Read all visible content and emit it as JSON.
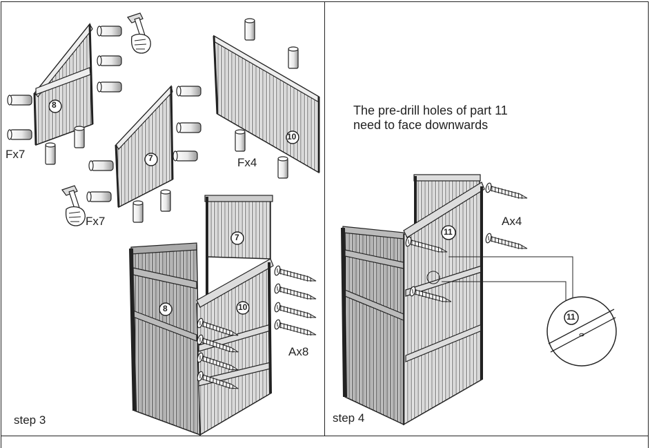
{
  "step3": {
    "step_label": "step 3",
    "qty_f_top": "Fx7",
    "qty_f_bottom": "Fx7",
    "qty_f_right": "Fx4",
    "qty_a": "Ax8",
    "parts": {
      "p8_top": "8",
      "p7_top": "7",
      "p10_top": "10",
      "p7_asm": "7",
      "p8_asm": "8",
      "p10_asm": "10"
    }
  },
  "step4": {
    "step_label": "step 4",
    "note_line1": "The pre-drill holes of part 11",
    "note_line2": "need to face downwards",
    "qty_a": "Ax4",
    "parts": {
      "p11_asm": "11",
      "p11_detail": "11"
    }
  },
  "icons": [
    "hammer-icon",
    "hand-icon",
    "dowel-icon",
    "screw-icon",
    "magnifier-detail-icon"
  ]
}
